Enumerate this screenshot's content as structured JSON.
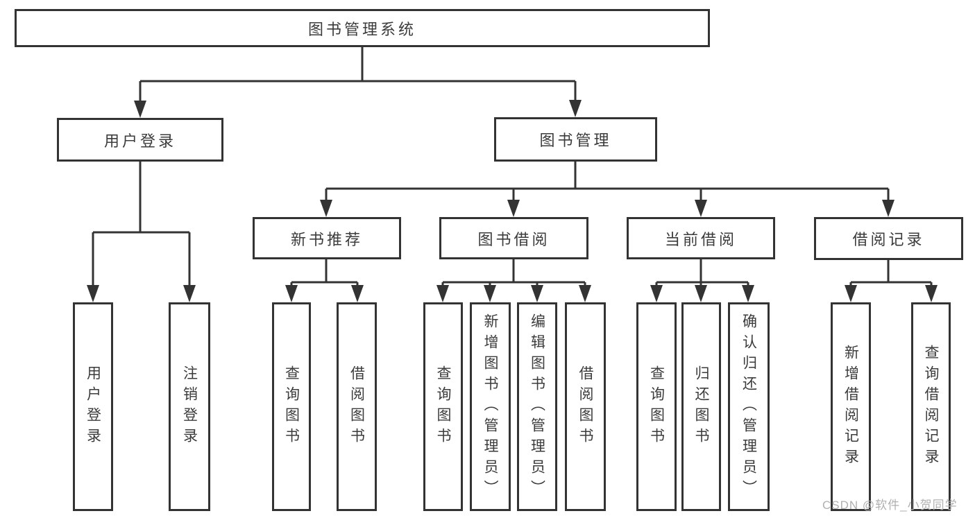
{
  "diagram": {
    "title": "图书管理系统",
    "nodes": {
      "root": "图书管理系统",
      "user_login": "用户登录",
      "book_mgmt": "图书管理",
      "new_book": "新书推荐",
      "book_borrow": "图书借阅",
      "current_borrow": "当前借阅",
      "borrow_records": "借阅记录",
      "leaf_user_login": "用户登录",
      "leaf_logout": "注销登录",
      "leaf_newbook_query": "查询图书",
      "leaf_newbook_borrow": "借阅图书",
      "leaf_borrow_query": "查询图书",
      "leaf_borrow_add": "新增图书（管理员）",
      "leaf_borrow_edit": "编辑图书（管理员）",
      "leaf_borrow_borrow": "借阅图书",
      "leaf_current_query": "查询图书",
      "leaf_current_return": "归还图书",
      "leaf_current_confirm": "确认归还（管理员）",
      "leaf_records_add": "新增借阅记录",
      "leaf_records_query": "查询借阅记录"
    },
    "watermark": "CSDN @软件_小贺同学",
    "colors": {
      "line": "#333333",
      "text": "#3b3b3b",
      "watermark": "#b0b0b0",
      "background": "#ffffff"
    }
  }
}
